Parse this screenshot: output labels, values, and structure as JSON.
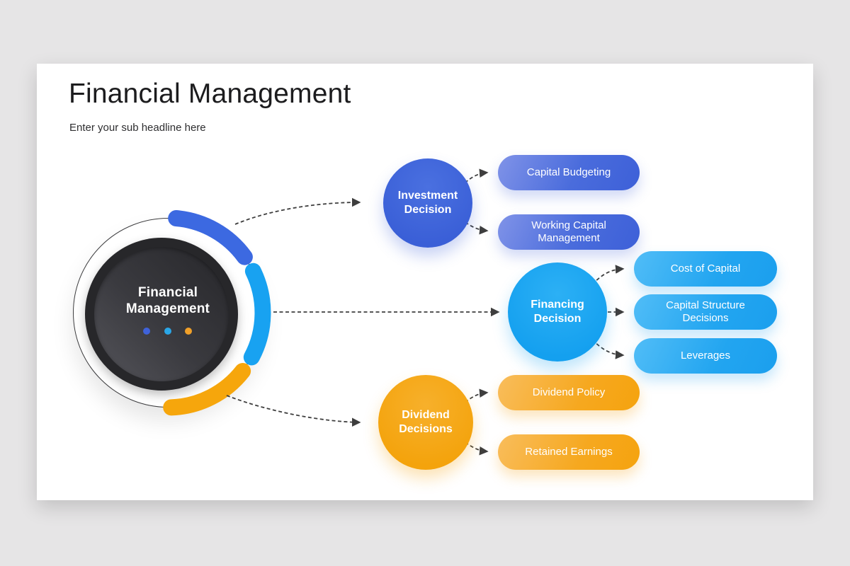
{
  "slide": {
    "title": "Financial Management",
    "subtitle": "Enter your sub headline here"
  },
  "hub": {
    "label_line1": "Financial",
    "label_line2": "Management",
    "dots": {
      "blue": "#3f62d9",
      "cyan": "#2aa7e8",
      "orange": "#f0a029"
    }
  },
  "branches": {
    "investment": {
      "label": "Investment Decision",
      "color": "#3c63d9",
      "items": {
        "capital_budgeting": "Capital Budgeting",
        "working_capital": "Working Capital Management"
      }
    },
    "financing": {
      "label": "Financing Decision",
      "color": "#17a3f0",
      "items": {
        "cost_of_capital": "Cost of Capital",
        "capital_structure": "Capital Structure Decisions",
        "leverages": "Leverages"
      }
    },
    "dividend": {
      "label": "Dividend Decisions",
      "color": "#f5a40f",
      "items": {
        "dividend_policy": "Dividend Policy",
        "retained_earnings": "Retained Earnings"
      }
    }
  },
  "colors": {
    "page_bg": "#e6e5e6",
    "slide_bg": "#ffffff",
    "title_text": "#1c1c1e",
    "hub_dark": "#2b2b2e",
    "arc_blue": "#3c69e1",
    "arc_cyan": "#18a2f1",
    "arc_orange": "#f6a60c",
    "connector": "#3e3e3e"
  }
}
